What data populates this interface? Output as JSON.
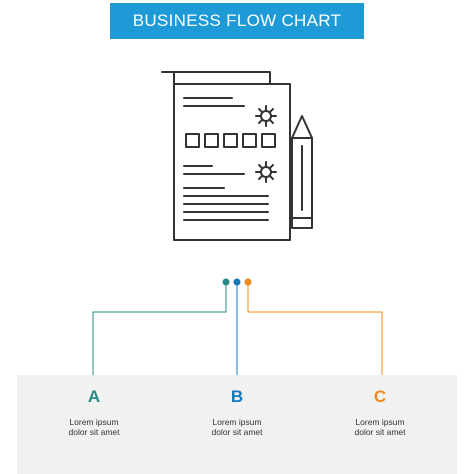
{
  "header": {
    "title": "BUSINESS FLOW CHART"
  },
  "colors": {
    "banner": "#1e9ad6",
    "teal": "#2a8a86",
    "blue": "#1479b8",
    "orange": "#f08a1a",
    "icon_stroke": "#333333",
    "card_bg": "#f1f1f1"
  },
  "icon": {
    "name": "document-settings-pencil-icon"
  },
  "steps": [
    {
      "letter": "A",
      "text_line1": "Lorem ipsum",
      "text_line2": "dolor sit amet",
      "color": "teal"
    },
    {
      "letter": "B",
      "text_line1": "Lorem ipsum",
      "text_line2": "dolor sit amet",
      "color": "blue"
    },
    {
      "letter": "C",
      "text_line1": "Lorem ipsum",
      "text_line2": "dolor sit amet",
      "color": "orange"
    }
  ]
}
